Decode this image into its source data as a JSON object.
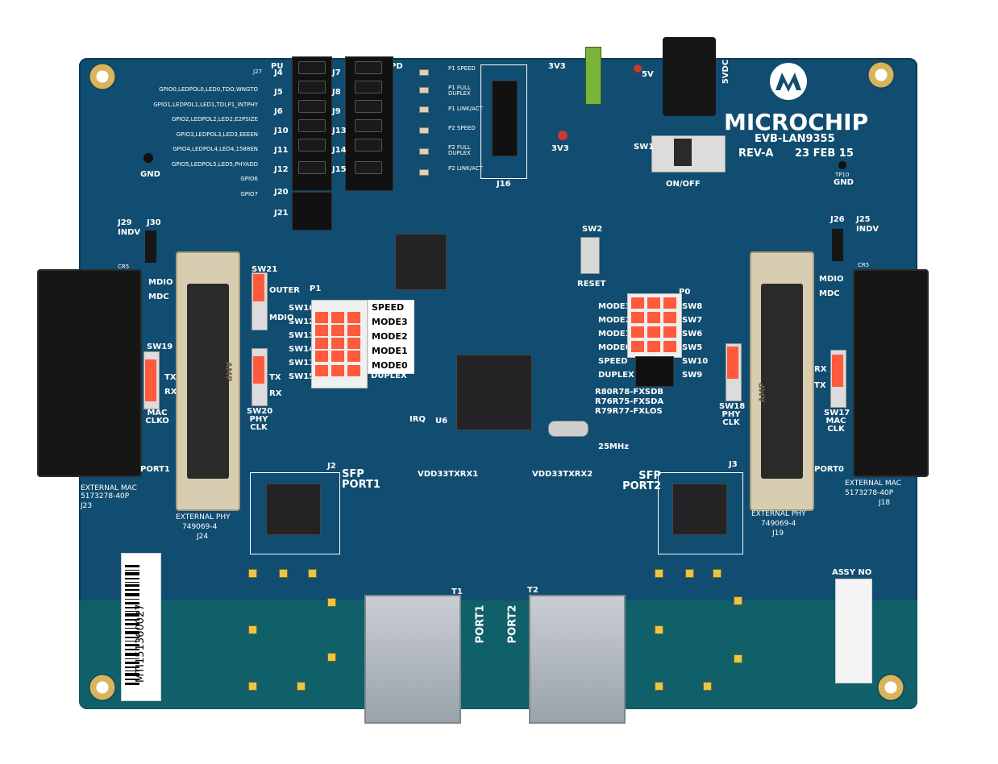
{
  "board": {
    "brand": "MICROCHIP",
    "model": "EVB-LAN9355",
    "revision": "REV-A",
    "date": "23 FEB 15",
    "barcode_text": "MTI151360027",
    "assy_label": "ASSY NO"
  },
  "gpio_labels": [
    "GPIO0,LEDPOL0,LED0,TDO,WNGTO",
    "GPIO1,LEDPOL1,LED1,TDI,P1_INTPHY",
    "GPIO2,LEDPOL2,LED2,E2PSIZE",
    "GPIO3,LEDPOL3,LED3,EEEEN",
    "GPIO4,LEDPOL4,LED4,1588EN",
    "GPIO5,LEDPOL5,LED5,PHYADD",
    "GPIO6",
    "GPIO7"
  ],
  "jumper_labels": {
    "left": [
      "J4",
      "J5",
      "J6",
      "J10",
      "J11",
      "J12",
      "J20",
      "J21"
    ],
    "right": [
      "J7",
      "J8",
      "J9",
      "J13",
      "J14",
      "J15"
    ],
    "pu": "PU",
    "pd": "PD",
    "j27": "J27"
  },
  "led_labels": [
    "P1 SPEED",
    "P1 FULL DUPLEX",
    "P1 LINK/ACT",
    "P2 SPEED",
    "P2 FULL DUPLEX",
    "P2 LINK/ACT"
  ],
  "dip_left": {
    "title": "P1",
    "switches": [
      "SW16",
      "SW12",
      "SW13",
      "SW14",
      "SW11",
      "SW15"
    ],
    "modes": [
      "SPEED",
      "MODE3",
      "MODE2",
      "MODE1",
      "MODE0",
      "DUPLEX"
    ]
  },
  "dip_right": {
    "title": "P0",
    "switches": [
      "SW8",
      "SW7",
      "SW6",
      "SW5",
      "SW10",
      "SW9"
    ],
    "modes": [
      "MODE3",
      "MODE2",
      "MODE1",
      "MODE0",
      "SPEED",
      "DUPLEX"
    ]
  },
  "misc": {
    "gnd": "GND",
    "gnd_tp10": "TP10",
    "v3v3": "3V3",
    "v5": "5V",
    "v5vdc": "5VDC",
    "on_off": "ON/OFF",
    "sw1": "SW1",
    "reset": "RESET",
    "sw2": "SW2",
    "irq": "IRQ",
    "u6": "U6",
    "xtal": "25MHz",
    "j16": "J16",
    "vdd_left": "VDD33TXRX1",
    "vdd_right": "VDD33TXRX2",
    "fx1": "R80R78-FXSDB",
    "fx2": "R76R75-FXSDA",
    "fx3": "R79R77-FXLOS",
    "mdio_l": "MDIO",
    "mdc_l": "MDC",
    "mdio_r": "MDIO",
    "mdc_r": "MDC",
    "indv_l": "INDV",
    "indv_r": "INDV",
    "j29": "J29",
    "j30": "J30",
    "j26": "J26",
    "j25": "J25",
    "cr5_l": "CR5",
    "cr5_r": "CR5",
    "router": "OUTER",
    "mdio_sw21": "MDIO",
    "sw21": "SW21",
    "sw19_tx": "TX",
    "sw19_rx": "RX",
    "sw19": "SW19",
    "mac_clk_l": "MAC CLKO",
    "sw20_tx": "TX",
    "sw20_rx": "RX",
    "sw20": "SW20 PHY CLK",
    "sw18": "SW18 PHY CLK",
    "sw17": "SW17 MAC CLK",
    "rx_r": "RX",
    "tx_r": "TX"
  },
  "ports": {
    "port1": "PORT1",
    "port0": "PORT0",
    "ext_mac_l": "EXTERNAL MAC",
    "ext_mac_l_pn": "5173278-40P",
    "ext_mac_l_ref": "J23",
    "ext_phy_l": "EXTERNAL PHY",
    "ext_phy_l_pn": "749069-4",
    "ext_phy_l_ref": "J24",
    "ext_phy_r": "EXTERNAL PHY",
    "ext_phy_r_pn": "749069-4",
    "ext_phy_r_ref": "J19",
    "ext_mac_r": "EXTERNAL MAC",
    "ext_mac_r_pn": "5173278-40P",
    "ext_mac_r_ref": "J18",
    "sfp_port1": "SFP PORT1",
    "sfp_port2": "SFP PORT2",
    "j2": "J2",
    "j3": "J3",
    "rj_port1": "PORT1",
    "rj_port2": "PORT2",
    "t1": "T1",
    "t2": "T2",
    "amp": "AMP"
  },
  "colors": {
    "pcb": "#114d70",
    "silk": "#ffffff",
    "dip": "#ff5a3c",
    "gold": "#d8b45a"
  }
}
